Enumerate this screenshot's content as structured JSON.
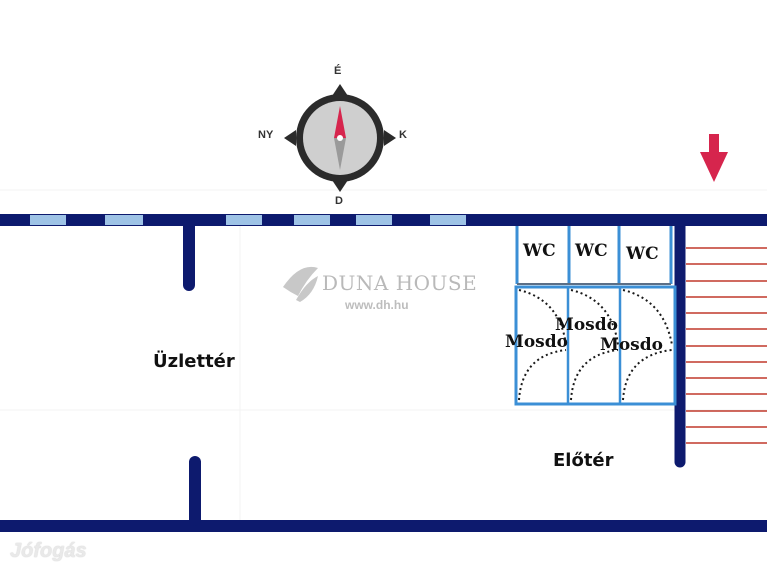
{
  "compass": {
    "north": "É",
    "west": "NY",
    "east": "K",
    "south": "D"
  },
  "rooms": {
    "shop": "Üzlettér",
    "hall": "Előtér"
  },
  "wc_labels": [
    "WC",
    "WC",
    "WC"
  ],
  "sink_labels": [
    "Mosdo",
    "Mosdo",
    "Mosdo"
  ],
  "watermark": {
    "brand": "DUNA HOUSE",
    "url": "www.dh.hu"
  },
  "site_badge": "Jófogás",
  "colors": {
    "wall": "#0d1a6e",
    "window": "#9ec3e6",
    "stairs": "#c0392b",
    "arrow": "#d6254d",
    "fixture": "#3b8fd6"
  }
}
